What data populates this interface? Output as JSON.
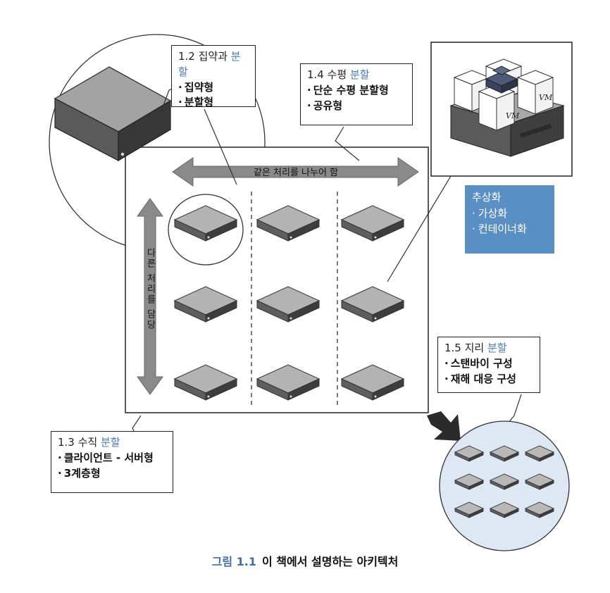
{
  "callouts": {
    "aggregation": {
      "title_a": "1.2 집약과 ",
      "title_b": "분할",
      "items": [
        "집약형",
        "분할형"
      ]
    },
    "horizontal": {
      "title_a": "1.4 수평 ",
      "title_b": "분할",
      "items": [
        "단순 수평 분할형",
        "공유형"
      ]
    },
    "vertical": {
      "title_a": "1.3 수직 ",
      "title_b": "분할",
      "items": [
        "클라이언트 - 서버형",
        "3계층형"
      ]
    },
    "geo": {
      "title_a": "1.5 지리 ",
      "title_b": "분할",
      "items": [
        "스탠바이 구성",
        "재해 대응 구성"
      ]
    }
  },
  "abstraction": {
    "title": "추상화",
    "items": [
      "가상화",
      "컨테이너화"
    ]
  },
  "arrows": {
    "horizontal_label": "같은 처리를 나누어 함",
    "vertical_label": "다른 처리를 담당"
  },
  "vm_labels": [
    "VM",
    "VM"
  ],
  "caption": {
    "number": "그림 1.1",
    "text": "이 책에서 설명하는 아키텍처"
  },
  "colors": {
    "accent_blue": "#5a8fc3",
    "title_blue": "#4a7bb8",
    "arrow_gray": "#8a8a8a",
    "server_gray": "#a8a8a8"
  }
}
